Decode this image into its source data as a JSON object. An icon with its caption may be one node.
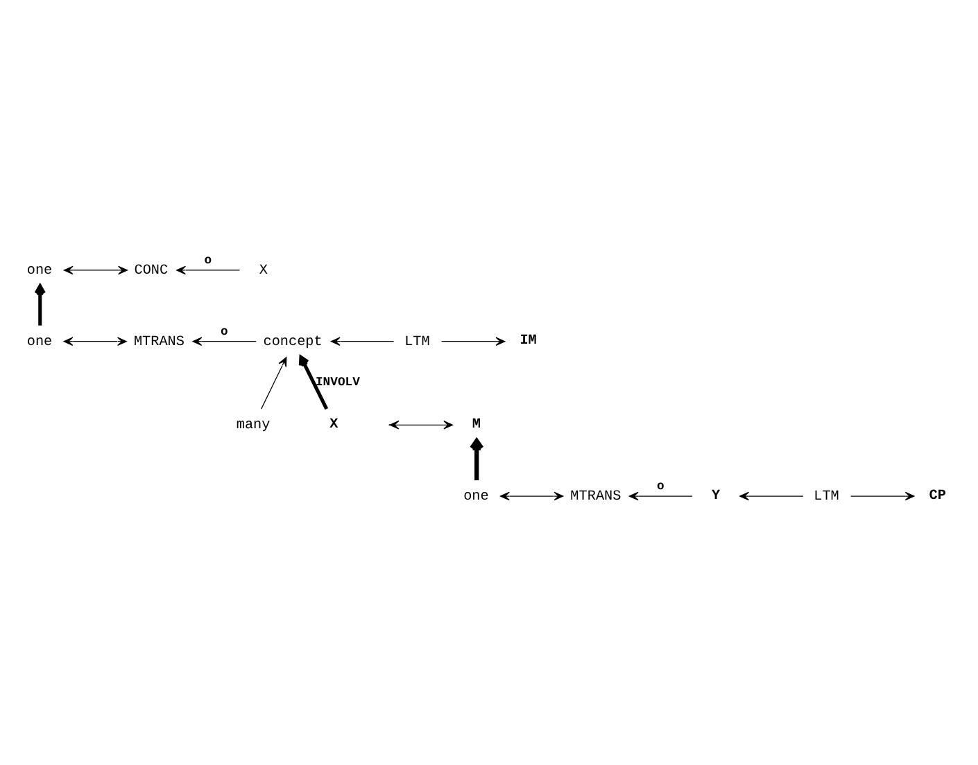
{
  "diagram": {
    "nodes": [
      {
        "text": [
          "one"
        ]
      },
      {
        "text": [
          "CONC"
        ]
      },
      {
        "text": [
          "X"
        ]
      },
      {
        "text": [
          "one"
        ]
      },
      {
        "text": [
          "MTRANS"
        ]
      },
      {
        "text": [
          "concept"
        ]
      },
      {
        "text": [
          "IM"
        ]
      },
      {
        "text": [
          "LTM"
        ]
      },
      {
        "text": [
          "many"
        ]
      },
      {
        "text": [
          "X"
        ]
      },
      {
        "text": [
          "M"
        ]
      },
      {
        "text": [
          "one"
        ]
      },
      {
        "text": [
          "MTRANS"
        ]
      },
      {
        "text": [
          "Y"
        ]
      },
      {
        "text": [
          "CP"
        ]
      },
      {
        "text": [
          "LTM"
        ]
      }
    ],
    "edges": [
      {
        "from": 0,
        "to": 1,
        "arrow": "both"
      },
      {
        "from": 2,
        "to": 1,
        "arrow": "to",
        "label": "o"
      },
      {
        "from": 3,
        "to": 0,
        "arrow": "to",
        "style": "thick"
      },
      {
        "from": 3,
        "to": 4,
        "arrow": "both"
      },
      {
        "from": 5,
        "to": 4,
        "arrow": "to",
        "label": "o"
      },
      {
        "from": 7,
        "to": 6,
        "arrow": "to"
      },
      {
        "from": 7,
        "to": 5,
        "arrow": "to"
      },
      {
        "from": 8,
        "to": 5,
        "arrow": "to"
      },
      {
        "from": 9,
        "to": 5,
        "arrow": "to",
        "style": "thick",
        "label": "INVOLV"
      },
      {
        "from": null,
        "to": 10,
        "arrow": "both"
      },
      {
        "from": 11,
        "to": 10,
        "arrow": "to",
        "style": "thick"
      },
      {
        "from": 11,
        "to": 12,
        "arrow": "both"
      },
      {
        "from": 13,
        "to": 12,
        "arrow": "to",
        "label": "o"
      },
      {
        "from": 15,
        "to": 14,
        "arrow": "to"
      },
      {
        "from": 15,
        "to": 13,
        "arrow": "to"
      }
    ]
  }
}
